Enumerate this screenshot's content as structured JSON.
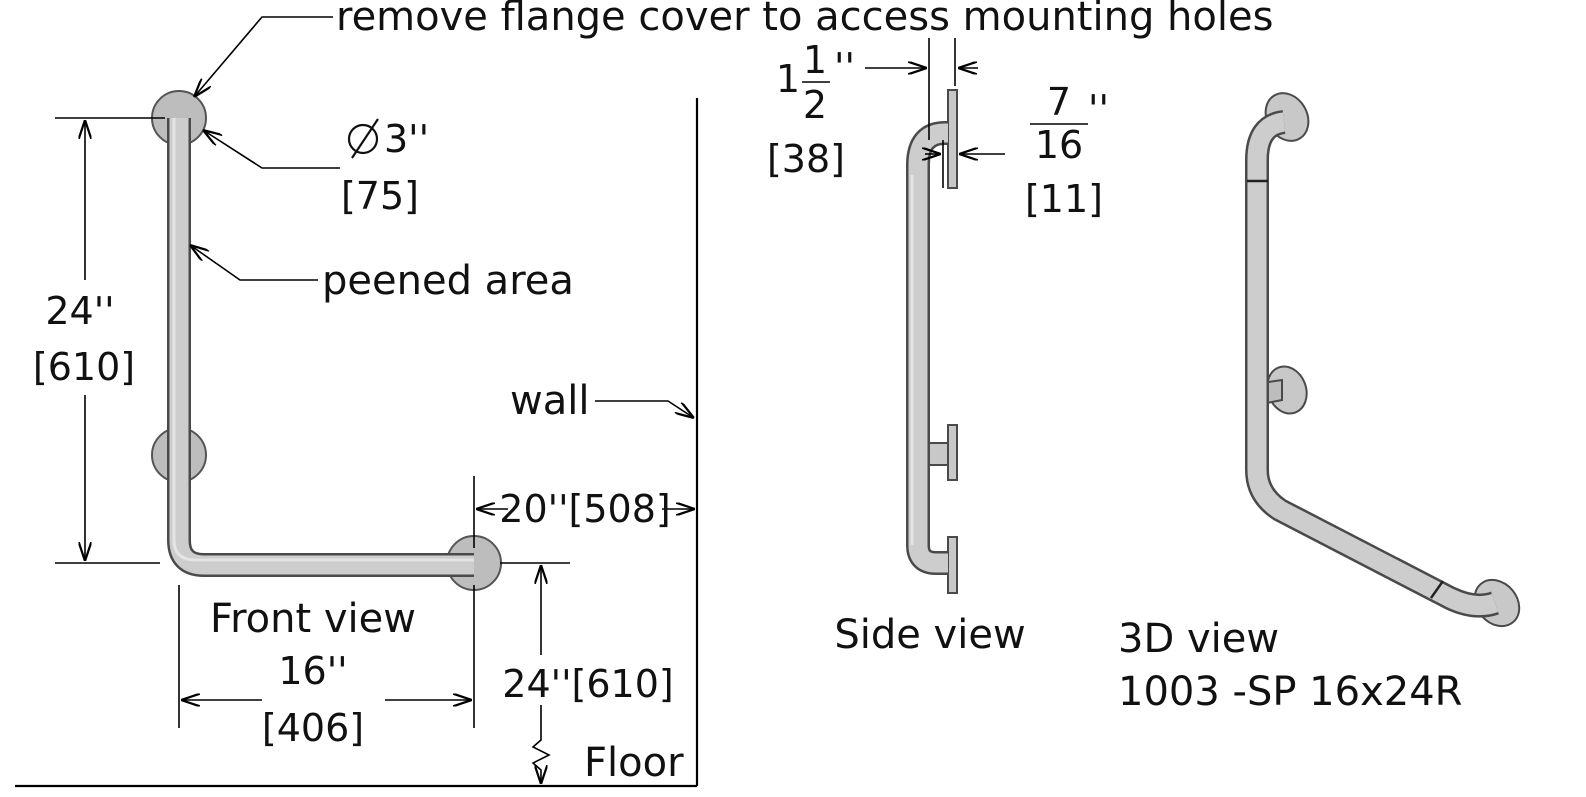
{
  "annotations": {
    "flange_note": "remove flange cover to access mounting holes",
    "diameter_in": "3''",
    "diameter_mm": "[75]",
    "peened": "peened area",
    "wall": "wall",
    "floor": "Floor"
  },
  "front_view": {
    "title": "Front view",
    "height_in": "24''",
    "height_mm": "[610]",
    "width_in": "16''",
    "width_mm": "[406]",
    "offset_wall": "20''[508]",
    "height_floor": "24''[610]"
  },
  "side_view": {
    "title": "Side view",
    "tube_whole": "1",
    "tube_num": "1",
    "tube_den": "2",
    "tube_unit": "''",
    "tube_mm": "[38]",
    "clear_num": "7",
    "clear_den": "16",
    "clear_unit": "''",
    "clear_mm": "[11]"
  },
  "view_3d": {
    "title": "3D view",
    "model": "1003 -SP 16x24R"
  },
  "colors": {
    "bar_fill": "#c8c8c8",
    "bar_edge": "#4a4a4a",
    "line": "#000000"
  }
}
